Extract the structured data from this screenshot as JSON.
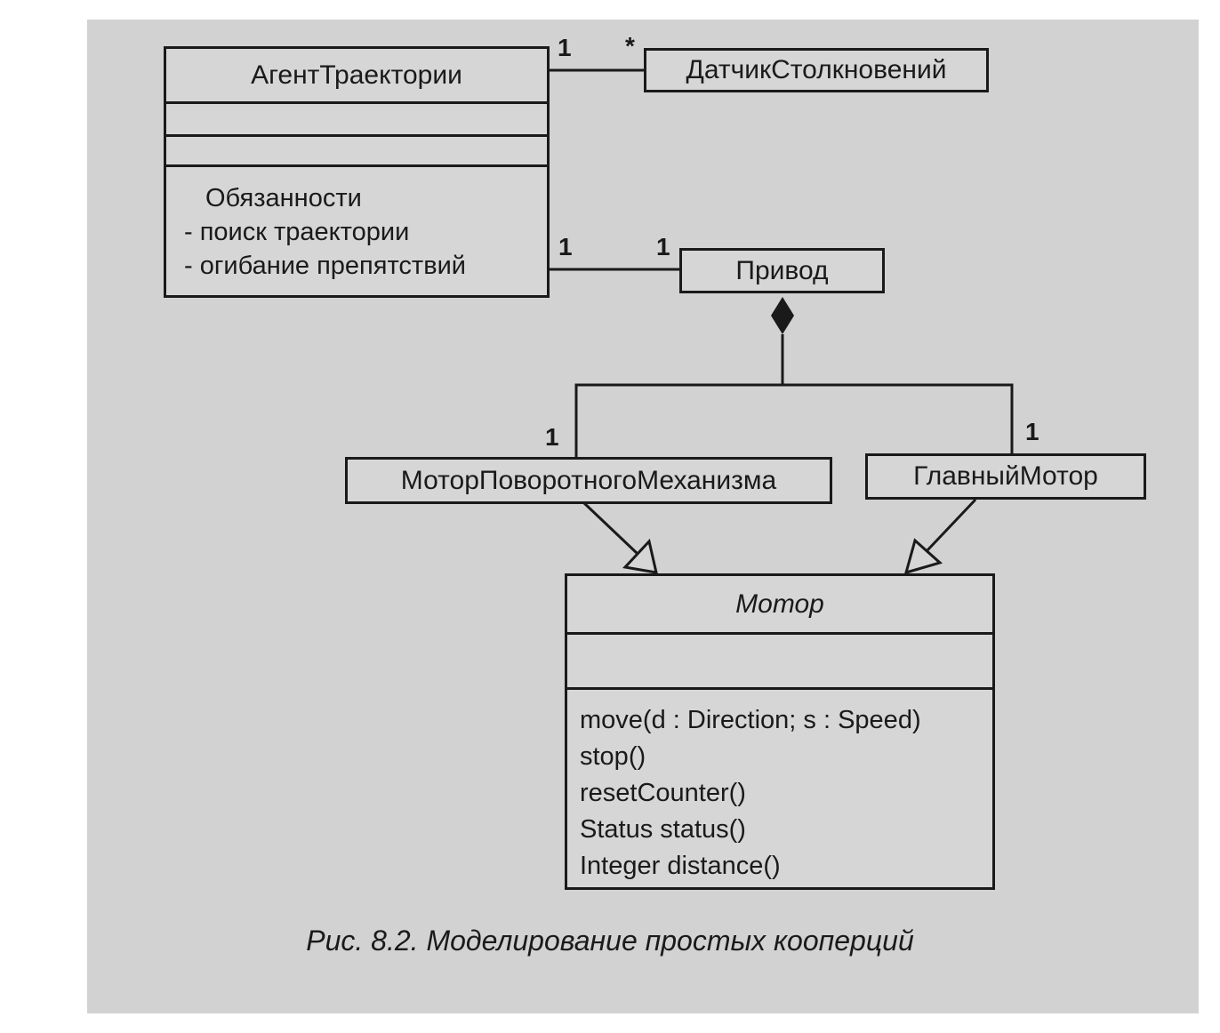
{
  "classes": {
    "agent": {
      "name": "АгентТраектории",
      "responsibilities_title": "Обязанности",
      "responsibilities": [
        "- поиск траектории",
        "- огибание препятствий"
      ]
    },
    "sensor": {
      "name": "ДатчикСтолкновений"
    },
    "drive": {
      "name": "Привод"
    },
    "steering_motor": {
      "name": "МоторПоворотногоМеханизма"
    },
    "main_motor": {
      "name": "ГлавныйМотор"
    },
    "motor": {
      "name": "Мотор",
      "operations": [
        "move(d : Direction; s : Speed)",
        "stop()",
        "resetCounter()",
        "Status status()",
        "Integer distance()"
      ]
    }
  },
  "multiplicities": {
    "agent_sensor_agent_end": "1",
    "agent_sensor_sensor_end": "*",
    "agent_drive_agent_end": "1",
    "agent_drive_drive_end": "1",
    "drive_steering_end": "1",
    "drive_main_end": "1"
  },
  "caption": "Рис. 8.2. Моделирование простых кооперций"
}
